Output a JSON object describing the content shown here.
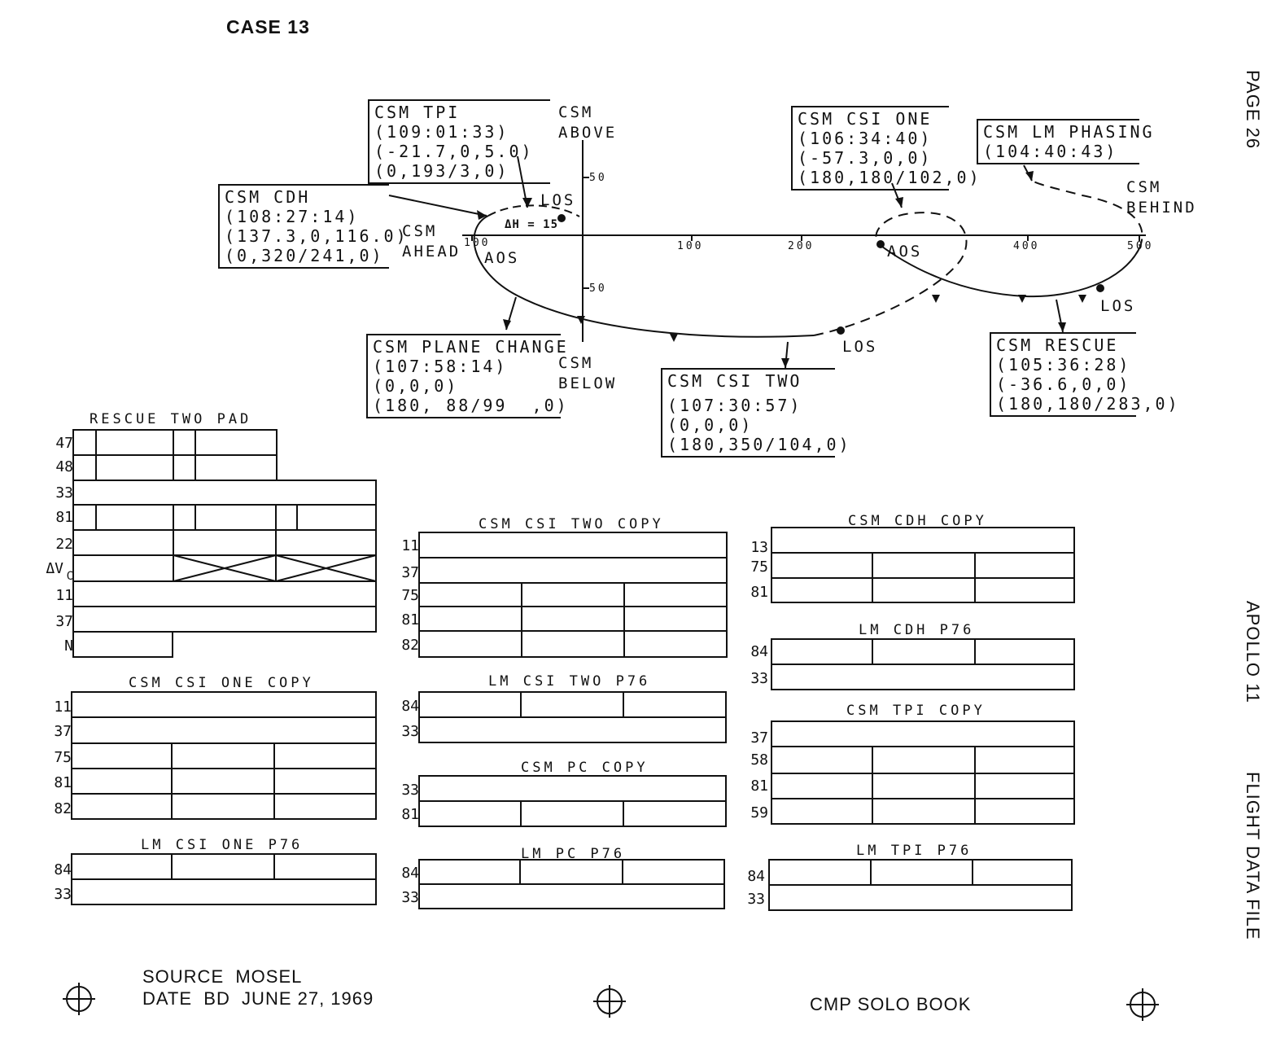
{
  "header": {
    "case": "CASE 13"
  },
  "sidebar": {
    "page": "PAGE 26",
    "mission": "APOLLO 11",
    "file": "FLIGHT DATA FILE"
  },
  "chart": {
    "axis_labels": {
      "above": "CSM\nABOVE",
      "below": "CSM\nBELOW",
      "ahead": "CSM\nAHEAD",
      "behind": "CSM\nBEHIND"
    },
    "x_ticks": [
      "100",
      "100",
      "200",
      "400",
      "500"
    ],
    "y_ticks": [
      "50",
      "50"
    ],
    "dh": "ΔH = 15",
    "aos": [
      "AOS",
      "AOS"
    ],
    "los": [
      "LOS",
      "LOS",
      "LOS"
    ],
    "events": [
      {
        "title": "CSM TPI",
        "lines": [
          "(109:01:33)",
          "(-21.7,0,5.0)",
          "(0,193/3,0)"
        ]
      },
      {
        "title": "CSM CDH",
        "lines": [
          "(108:27:14)",
          "(137.3,0,116.0)",
          "(0,320/241,0)"
        ]
      },
      {
        "title": "CSM PLANE CHANGE",
        "lines": [
          "(107:58:14)",
          "(0,0,0)",
          "(180, 88/99  ,0)"
        ]
      },
      {
        "title": "CSM CSI TWO",
        "lines": [
          "(107:30:57)",
          "(0,0,0)",
          "(180,350/104,0)"
        ]
      },
      {
        "title": "CSM CSI ONE",
        "lines": [
          "(106:34:40)",
          "(-57.3,0,0)",
          "(180,180/102,0)"
        ]
      },
      {
        "title": "CSM LM PHASING",
        "lines": [
          "(104:40:43)"
        ]
      },
      {
        "title": "CSM RESCUE",
        "lines": [
          "(105:36:28)",
          "(-36.6,0,0)",
          "(180,180/283,0)"
        ]
      }
    ]
  },
  "pads": {
    "rescue": {
      "title": "RESCUE TWO PAD",
      "rows": [
        "47",
        "48",
        "33",
        "81",
        "22",
        "ΔV",
        "11",
        "37",
        "N"
      ],
      "sub": "C"
    },
    "csi_one_copy": {
      "title": "CSM CSI ONE COPY",
      "rows": [
        "11",
        "37",
        "75",
        "81",
        "82"
      ]
    },
    "lm_csi_one": {
      "title": "LM CSI ONE P76",
      "rows": [
        "84",
        "33"
      ]
    },
    "csi_two_copy": {
      "title": "CSM CSI TWO COPY",
      "rows": [
        "11",
        "37",
        "75",
        "81",
        "82"
      ]
    },
    "lm_csi_two": {
      "title": "LM CSI TWO P76",
      "rows": [
        "84",
        "33"
      ]
    },
    "pc_copy": {
      "title": "CSM PC COPY",
      "rows": [
        "33",
        "81"
      ]
    },
    "lm_pc": {
      "title": "LM PC P76",
      "rows": [
        "84",
        "33"
      ]
    },
    "cdh_copy": {
      "title": "CSM CDH COPY",
      "rows": [
        "13",
        "75",
        "81"
      ]
    },
    "lm_cdh": {
      "title": "LM CDH P76",
      "rows": [
        "84",
        "33"
      ]
    },
    "tpi_copy": {
      "title": "CSM TPI COPY",
      "rows": [
        "37",
        "58",
        "81",
        "59"
      ]
    },
    "lm_tpi": {
      "title": "LM TPI P76",
      "rows": [
        "84",
        "33"
      ]
    }
  },
  "footer": {
    "source": "SOURCE  MOSEL",
    "date": "DATE  BD  JUNE 27, 1969",
    "book": "CMP SOLO BOOK"
  }
}
